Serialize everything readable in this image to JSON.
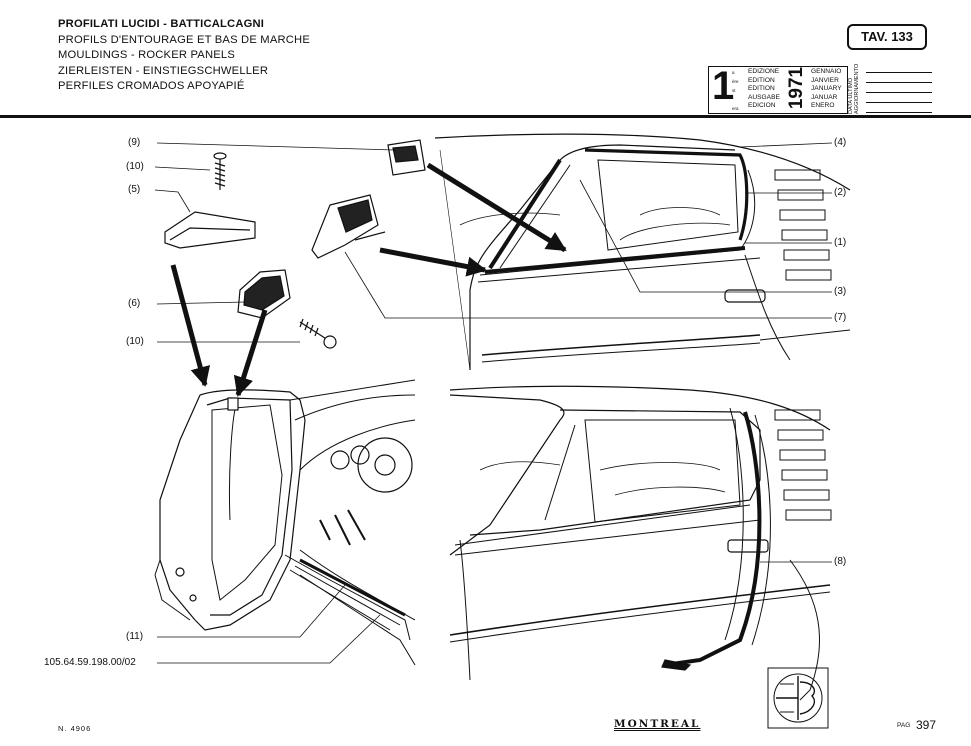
{
  "header": {
    "title_lines": [
      "PROFILATI LUCIDI - BATTICALCAGNI",
      "PROFILS D'ENTOURAGE ET BAS DE MARCHE",
      "MOULDINGS - ROCKER PANELS",
      "ZIERLEISTEN - EINSTIEGSCHWELLER",
      "PERFILES CROMADOS APOYAPIÉ"
    ],
    "table_label": "TAV. 133"
  },
  "edition": {
    "number": "1",
    "superscripts": [
      "a",
      "ère",
      "st",
      "",
      "era"
    ],
    "labels": [
      "EDIZIONE",
      "EDITION",
      "EDITION",
      "AUSGABE",
      "EDICION"
    ],
    "year": "1971",
    "months": [
      "GENNAIO",
      "JANVIER",
      "JANUARY",
      "JANUAR",
      "ENERO"
    ],
    "update_label": [
      "DATA ULTIMO",
      "AGGIORNAMENTO"
    ]
  },
  "callouts": {
    "c9": "(9)",
    "c10a": "(10)",
    "c5": "(5)",
    "c6": "(6)",
    "c10b": "(10)",
    "c11": "(11)",
    "part_number": "105.64.59.198.00/02",
    "c4": "(4)",
    "c2": "(2)",
    "c1": "(1)",
    "c3": "(3)",
    "c7": "(7)",
    "c8": "(8)"
  },
  "footer": {
    "sheet": "N. 4906",
    "model": "MONTREAL",
    "page_label": "PAG",
    "page_number": "397"
  }
}
